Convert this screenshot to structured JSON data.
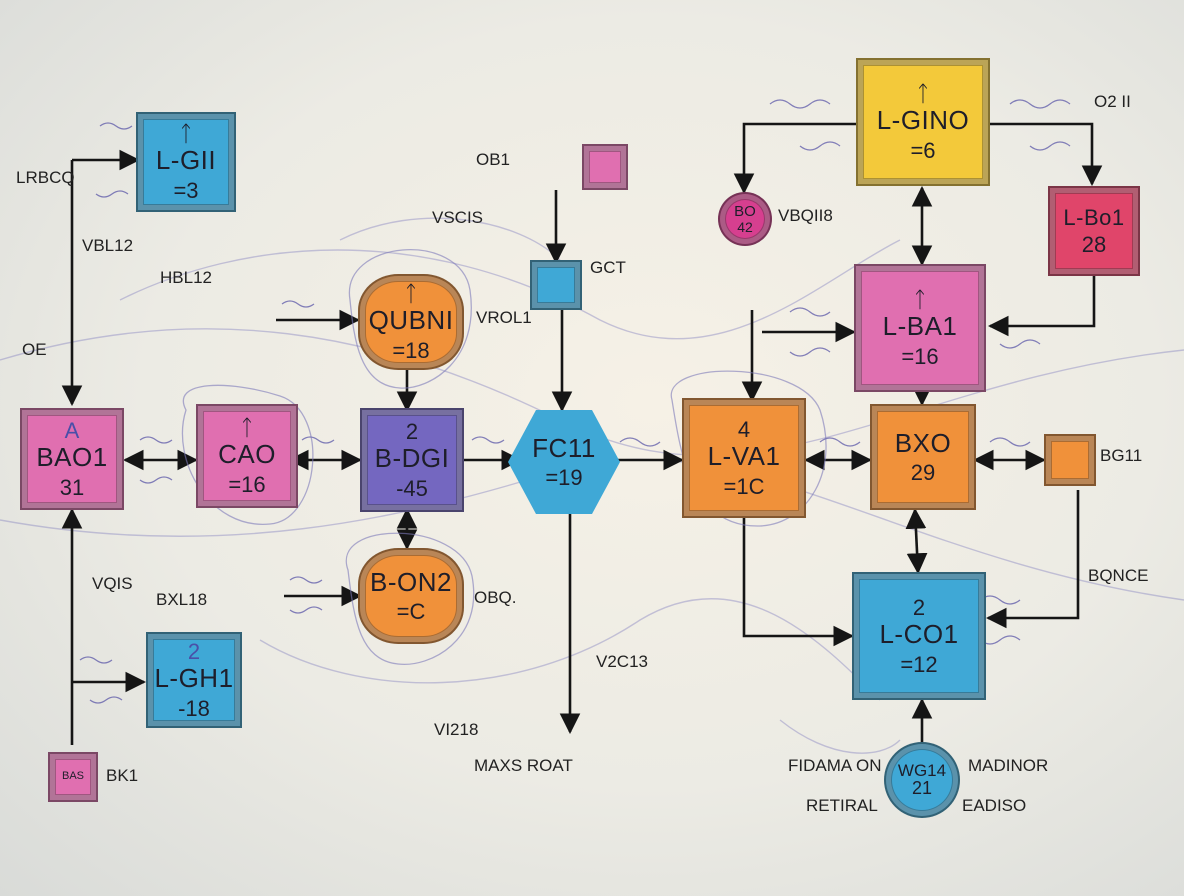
{
  "colors": {
    "blue": "#3fa8d6",
    "pink": "#e06fb0",
    "purple": "#7467c0",
    "orange": "#f0913a",
    "yellow": "#f3c93a",
    "red": "#e0456a",
    "magenta": "#d63f8f"
  },
  "nodes": {
    "lgii_top": {
      "label": "L-GII",
      "value": "=3"
    },
    "bao1": {
      "top": "A",
      "label": "BAO1",
      "value": "31"
    },
    "cao": {
      "label": "CAO",
      "value": "=16"
    },
    "qubni": {
      "label": "QUBNI",
      "value": "=18"
    },
    "bdgi": {
      "top": "2",
      "label": "B-DGI",
      "value": "-45"
    },
    "bon2": {
      "label": "B-ON2",
      "value": "=C"
    },
    "lgh1": {
      "top": "2",
      "label": "L-GH1",
      "value": "-18"
    },
    "bk_small": {
      "label": "BAS"
    },
    "fc11": {
      "label": "FC11",
      "value": "=19"
    },
    "lva1": {
      "top": "4",
      "label": "L-VA1",
      "value": "=1C"
    },
    "lgino": {
      "label": "L-GINO",
      "value": "=6"
    },
    "lba1": {
      "label": "L-BA1",
      "value": "=16"
    },
    "bxo": {
      "label": "BXO",
      "value": "29"
    },
    "lbo1": {
      "label": "L-Bo1",
      "value": "28"
    },
    "bg11_box": {
      "label": ""
    },
    "lco1": {
      "top": "2",
      "label": "L-CO1",
      "value": "=12"
    },
    "bo_circle": {
      "label": "BO",
      "value": "42"
    },
    "wg14": {
      "label": "WG14",
      "value": "21"
    }
  },
  "labels": {
    "lrbcq": "LRBCQ",
    "vbl12": "VBL12",
    "hbl12": "HBL12",
    "oe": "OE",
    "vqis": "VQIS",
    "bxl18": "BXL18",
    "bk1": "BK1",
    "ob1": "OB1",
    "vscis": "VSCIS",
    "gct": "GCT",
    "vrol1": "VROL1",
    "obq": "OBQ.",
    "v2c13": "V2C13",
    "vi218": "VI218",
    "maxs_roat": "MAXS ROAT",
    "vbqii8": "VBQII8",
    "o2_ii": "O2 II",
    "bg11": "BG11",
    "bqnce": "BQNCE",
    "fidama_on": "FIDAMA ON",
    "madinor": "MADINOR",
    "retiral": "RETIRAL",
    "eadiso": "EADISO"
  }
}
